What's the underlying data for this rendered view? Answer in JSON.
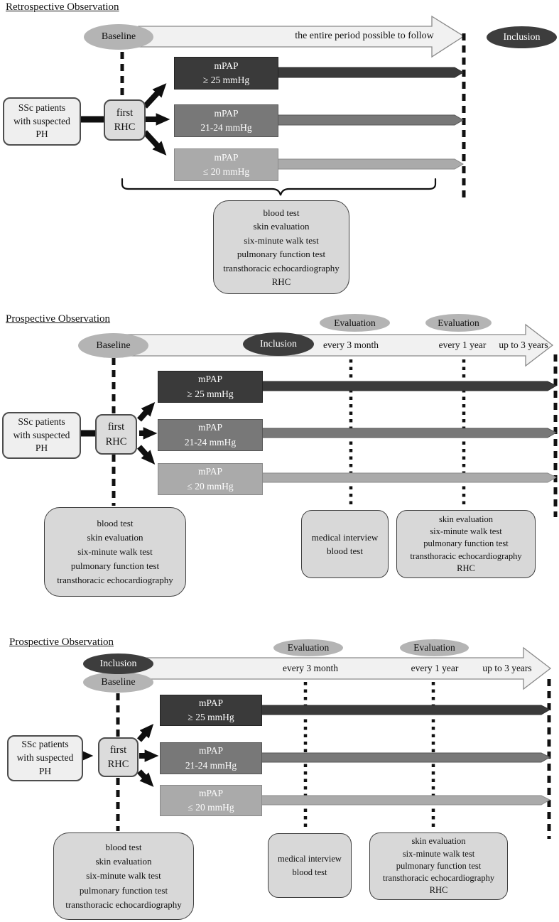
{
  "colors": {
    "group_severe": "#3a3a3a",
    "group_borderline": "#787878",
    "group_normal": "#aaaaaa",
    "ellipse_gray": "#b4b4b4",
    "ellipse_dark": "#3d3d3d",
    "tests_box": "#d8d8d8",
    "patients_box": "#efefef",
    "rhc_box": "#dcdcdc",
    "timeline_fill": "#f1f1f1"
  },
  "panels": [
    {
      "title": "Retrospective Observation",
      "baseline_label": "Baseline",
      "inclusion_label": "Inclusion",
      "arrow_label": "the entire period possible to follow",
      "patients_label": "SSc patients\nwith suspected\nPH",
      "rhc_label": "first\nRHC",
      "groups": [
        {
          "label": "mPAP\n≥ 25 mmHg"
        },
        {
          "label": "mPAP\n21-24 mmHg"
        },
        {
          "label": "mPAP\n≤ 20 mmHg"
        }
      ],
      "baseline_tests": "blood test\nskin evaluation\nsix-minute walk test\npulmonary function test\ntransthoracic echocardiography\nRHC"
    },
    {
      "title": "Prospective Observation",
      "baseline_label": "Baseline",
      "inclusion_label": "Inclusion",
      "evaluation_labels": [
        "Evaluation",
        "Evaluation"
      ],
      "tick_labels": [
        "every 3 month",
        "every 1 year",
        "up to 3 years"
      ],
      "patients_label": "SSc patients\nwith suspected\nPH",
      "rhc_label": "first\nRHC",
      "groups": [
        {
          "label": "mPAP\n≥ 25 mmHg"
        },
        {
          "label": "mPAP\n21-24 mmHg"
        },
        {
          "label": "mPAP\n≤ 20 mmHg"
        }
      ],
      "baseline_tests": "blood test\nskin evaluation\nsix-minute walk test\npulmonary function test\ntransthoracic echocardiography",
      "interval_tests": "medical interview\nblood test",
      "annual_tests": "skin evaluation\nsix-minute walk test\npulmonary function test\ntransthoracic echocardiography\nRHC"
    },
    {
      "title": "Prospective Observation",
      "baseline_label": "Baseline",
      "inclusion_label": "Inclusion",
      "evaluation_labels": [
        "Evaluation",
        "Evaluation"
      ],
      "tick_labels": [
        "every 3 month",
        "every 1 year",
        "up to 3 years"
      ],
      "patients_label": "SSc patients\nwith suspected\nPH",
      "rhc_label": "first\nRHC",
      "groups": [
        {
          "label": "mPAP\n≥ 25 mmHg"
        },
        {
          "label": "mPAP\n21-24 mmHg"
        },
        {
          "label": "mPAP\n≤ 20 mmHg"
        }
      ],
      "baseline_tests": "blood test\nskin evaluation\nsix-minute walk test\npulmonary function test\ntransthoracic echocardiography",
      "interval_tests": "medical interview\nblood test",
      "annual_tests": "skin evaluation\nsix-minute walk test\npulmonary function test\ntransthoracic echocardiography\nRHC"
    }
  ]
}
